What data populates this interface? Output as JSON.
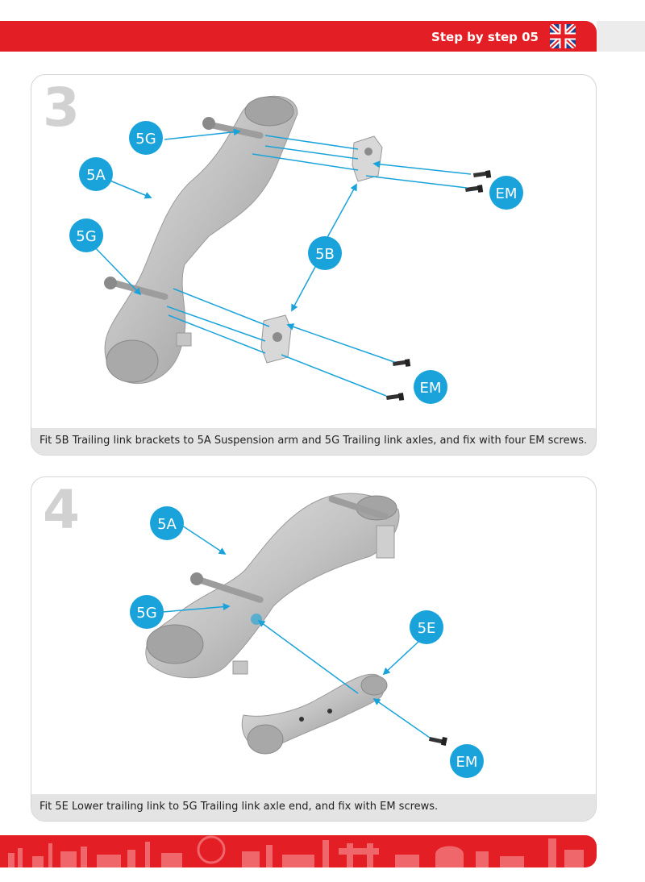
{
  "header": {
    "title": "Step by step 05"
  },
  "colors": {
    "brand_red": "#e31e24",
    "callout_blue": "#1aa3db",
    "caption_gray": "#e4e4e4"
  },
  "icons": {
    "flag": "uk-flag-icon"
  },
  "steps": [
    {
      "number": "3",
      "caption": "Fit 5B Trailing link brackets to 5A Suspension arm and 5G Trailing link axles, and fix with four EM screws.",
      "labels": {
        "l1": "5G",
        "l2": "5A",
        "l3": "5G",
        "l4": "5B",
        "l5": "EM",
        "l6": "EM"
      }
    },
    {
      "number": "4",
      "caption": "Fit 5E Lower trailing link to 5G Trailing link axle end, and fix with EM screws.",
      "labels": {
        "l1": "5A",
        "l2": "5G",
        "l3": "5E",
        "l4": "EM"
      }
    }
  ]
}
